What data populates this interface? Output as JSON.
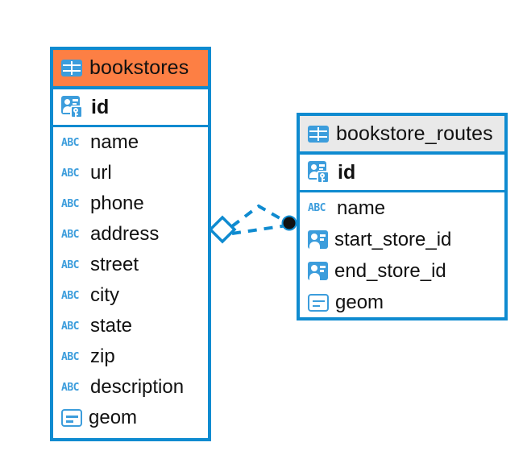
{
  "diagram": {
    "title": "bookstores-bookstore_routes-er-diagram",
    "colors": {
      "entity_border": "#0f8bd0",
      "header_highlight": "#fd7f44",
      "header_default": "#e9e9e9",
      "icon_blue": "#3c9ddc",
      "relationship_line": "#0f8bd0",
      "relationship_endpoint": "#111111",
      "canvas_background": "#ffffff"
    },
    "entities": [
      {
        "name": "bookstores",
        "header_style": "highlighted",
        "header_icon": "table-icon",
        "primary_key": {
          "label": "id",
          "icon": "primary-key-icon"
        },
        "fields": [
          {
            "label": "name",
            "icon": "abc-icon",
            "icon_text": "ABC"
          },
          {
            "label": "url",
            "icon": "abc-icon",
            "icon_text": "ABC"
          },
          {
            "label": "phone",
            "icon": "abc-icon",
            "icon_text": "ABC"
          },
          {
            "label": "address",
            "icon": "abc-icon",
            "icon_text": "ABC"
          },
          {
            "label": "street",
            "icon": "abc-icon",
            "icon_text": "ABC"
          },
          {
            "label": "city",
            "icon": "abc-icon",
            "icon_text": "ABC"
          },
          {
            "label": "state",
            "icon": "abc-icon",
            "icon_text": "ABC"
          },
          {
            "label": "zip",
            "icon": "abc-icon",
            "icon_text": "ABC"
          },
          {
            "label": "description",
            "icon": "abc-icon",
            "icon_text": "ABC"
          },
          {
            "label": "geom",
            "icon": "geom-icon",
            "icon_text": ""
          }
        ]
      },
      {
        "name": "bookstore_routes",
        "header_style": "default",
        "header_icon": "table-icon",
        "primary_key": {
          "label": "id",
          "icon": "primary-key-icon"
        },
        "fields": [
          {
            "label": "name",
            "icon": "abc-icon",
            "icon_text": "ABC"
          },
          {
            "label": "start_store_id",
            "icon": "foreign-key-icon",
            "icon_text": ""
          },
          {
            "label": "end_store_id",
            "icon": "foreign-key-icon",
            "icon_text": ""
          },
          {
            "label": "geom",
            "icon": "geom-icon",
            "icon_text": ""
          }
        ]
      }
    ],
    "relationship": {
      "style": "dashed",
      "source_marker": "diamond",
      "target_marker": "filled-circle",
      "branches": 2
    }
  }
}
